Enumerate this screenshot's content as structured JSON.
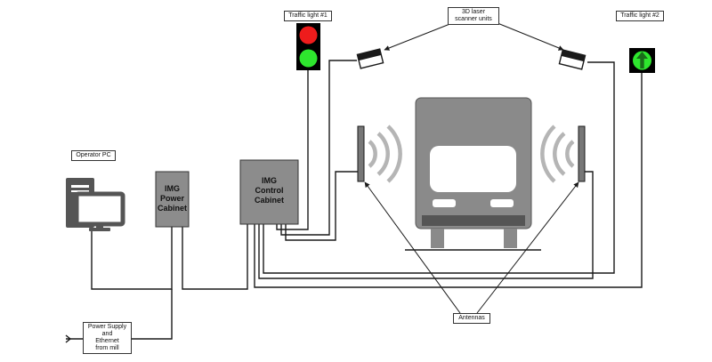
{
  "labels": {
    "traffic_light_1": "Traffic light #1",
    "scanner_units": "3D laser\nscanner units",
    "traffic_light_2": "Traffic light #2",
    "operator_pc": "Operator PC",
    "power_cabinet": "IMG\nPower\nCabinet",
    "control_cabinet": "IMG\nControl\nCabinet",
    "antennas": "Antennas",
    "power_supply": "Power Supply\nand\nEthernet\nfrom mill"
  },
  "colors": {
    "red_light": "#ee1c1c",
    "green_light": "#2ee62e",
    "cabinet_fill": "#8c8c8c",
    "truck_gray": "#8a8a8a",
    "wave_gray": "#b5b5b5",
    "line": "#1a1a1a"
  },
  "icons": {
    "pc": "desktop-computer-icon",
    "truck": "truck-front-icon",
    "scanner": "laser-scanner-icon",
    "arrow": "up-arrow-icon"
  }
}
